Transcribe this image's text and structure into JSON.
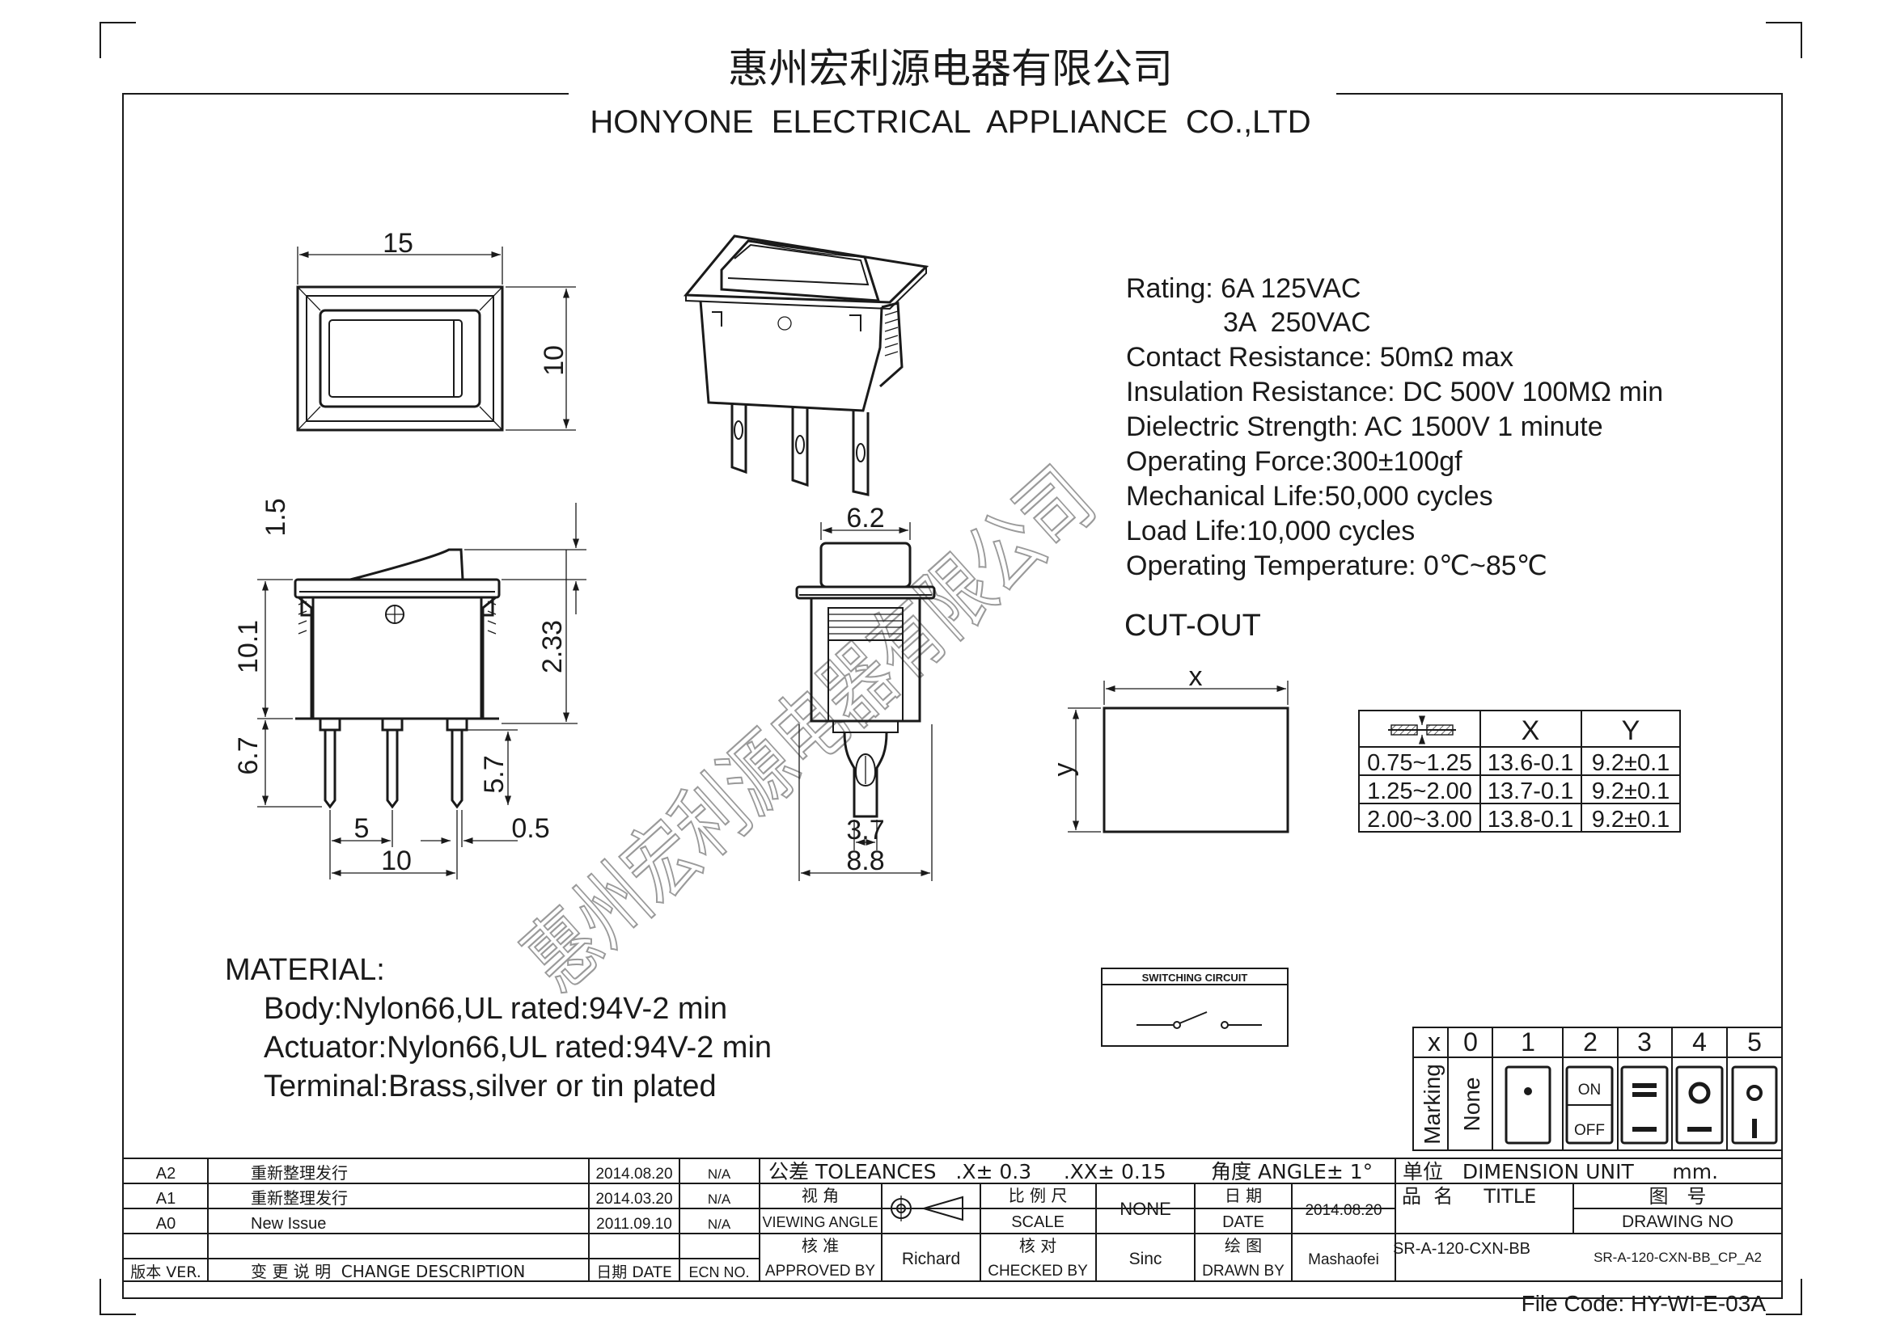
{
  "header": {
    "company_cn": "惠州宏利源电器有限公司",
    "company_en": "HONYONE  ELECTRICAL  APPLIANCE  CO.,LTD"
  },
  "watermark": "惠州宏利源电器有限公司",
  "dimensions": {
    "top_width": "15",
    "top_height": "10",
    "side_rocker": "1.5",
    "side_body": "10.1",
    "side_total": "2.33",
    "side_pin": "6.7",
    "side_pin_inner": "5.7",
    "side_pitch": "5",
    "side_pin_thk": "0.5",
    "side_span": "10",
    "end_top": "6.2",
    "end_pin": "3.7",
    "end_width": "8.8"
  },
  "specs": [
    "Rating: 6A 125VAC",
    "3A  250VAC",
    "Contact Resistance: 50mΩ max",
    "Insulation Resistance: DC 500V 100MΩ min",
    "Dielectric Strength: AC 1500V 1 minute",
    "Operating Force:300±100gf",
    "Mechanical Life:50,000 cycles",
    "Load Life:10,000 cycles",
    "Operating Temperature: 0℃~85℃"
  ],
  "cutout": {
    "heading": "CUT-OUT",
    "x_label": "x",
    "y_label": "y",
    "table": {
      "headers": [
        "",
        "X",
        "Y"
      ],
      "rows": [
        [
          "0.75~1.25",
          "13.6-0.1",
          "9.2±0.1"
        ],
        [
          "1.25~2.00",
          "13.7-0.1",
          "9.2±0.1"
        ],
        [
          "2.00~3.00",
          "13.8-0.1",
          "9.2±0.1"
        ]
      ]
    }
  },
  "material": {
    "heading": "MATERIAL:",
    "lines": [
      "Body:Nylon66,UL rated:94V-2 min",
      "Actuator:Nylon66,UL rated:94V-2 min",
      "Terminal:Brass,silver or tin plated"
    ]
  },
  "switching_circuit": {
    "label": "SWITCHING CIRCUIT"
  },
  "marking": {
    "header_x": "x",
    "columns": [
      "0",
      "1",
      "2",
      "3",
      "4",
      "5"
    ],
    "row_label": "Marking",
    "none_label": "None",
    "on_label": "ON",
    "off_label": "OFF"
  },
  "revisions": [
    {
      "ver": "A2",
      "desc": "重新整理发行",
      "date": "2014.08.20",
      "ecn": "N/A"
    },
    {
      "ver": "A1",
      "desc": "重新整理发行",
      "date": "2014.03.20",
      "ecn": "N/A"
    },
    {
      "ver": "A0",
      "desc": "New Issue",
      "date": "2011.09.10",
      "ecn": "N/A"
    }
  ],
  "revision_headers": {
    "ver": "版本 VER.",
    "desc": "变 更 说 明  CHANGE DESCRIPTION",
    "date": "日期 DATE",
    "ecn": "ECN NO."
  },
  "title_block": {
    "tolerances": "公差 TOLEANCES   .X± 0.3     .XX± 0.15",
    "angle": "角度 ANGLE± 1°",
    "unit": "单位   DIMENSION UNIT      mm.",
    "viewing_angle_cn": "视 角",
    "viewing_angle_en": "VIEWING ANGLE",
    "scale_cn": "比 例 尺",
    "scale_en": "SCALE",
    "scale_value": "NONE",
    "date_cn": "日  期",
    "date_en": "DATE",
    "date_value": "2014.08.20",
    "approved_cn": "核  准",
    "approved_en": "APPROVED BY",
    "approved_value": "Richard",
    "checked_cn": "核  对",
    "checked_en": "CHECKED BY",
    "checked_value": "Sinc",
    "drawn_cn": "绘  图",
    "drawn_en": "DRAWN BY",
    "drawn_value": "Mashaofei",
    "title_cn": "品  名     TITLE",
    "title_value": "SR-A-120-CXN-BB",
    "drawing_cn": "图   号",
    "drawing_en": "DRAWING NO",
    "drawing_value": "SR-A-120-CXN-BB_CP_A2"
  },
  "file_code": "File Code: HY-WI-E-03A"
}
